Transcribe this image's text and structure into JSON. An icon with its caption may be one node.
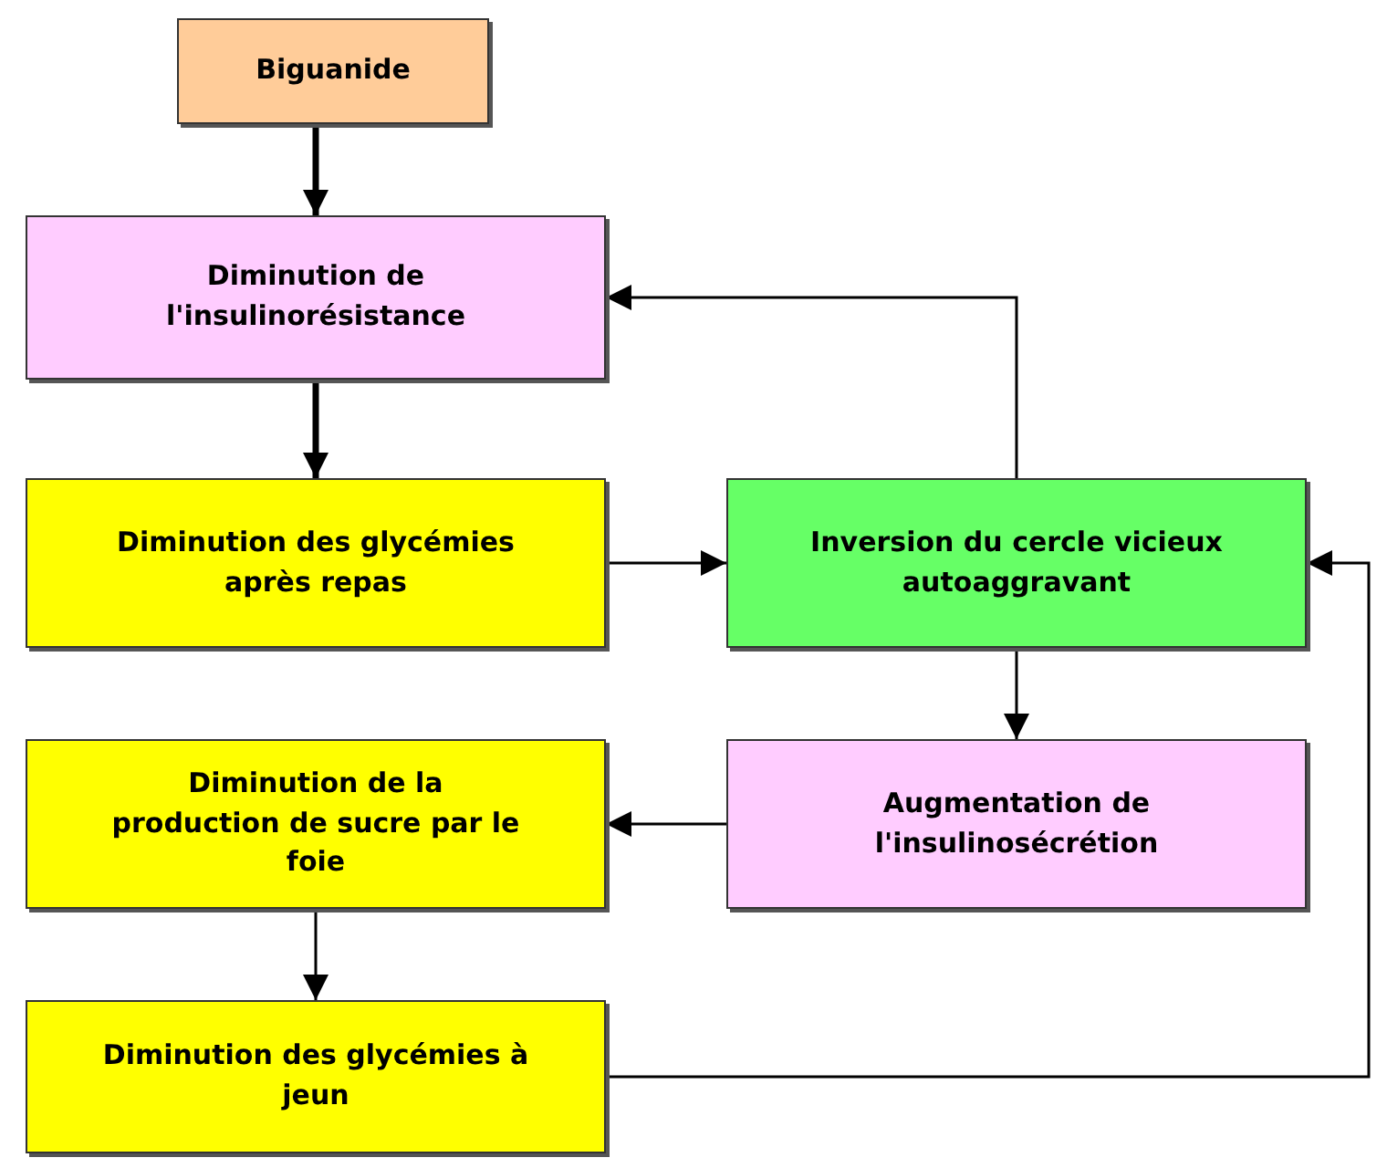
{
  "diagram": {
    "nodes": [
      {
        "text": [
          "Biguanide"
        ]
      },
      {
        "text": [
          "Diminution de l'insulinorésistance"
        ]
      },
      {
        "text": [
          "Diminution des glycémies après repas"
        ]
      },
      {
        "text": [
          "Inversion du cercle vicieux autoaggravant"
        ]
      },
      {
        "text": [
          "Augmentation de l'insulinosécrétion"
        ]
      },
      {
        "text": [
          "Diminution de la production de sucre par le foie"
        ]
      },
      {
        "text": [
          "Diminution des glycémies à jeun"
        ]
      }
    ],
    "edges": [
      {
        "from": 0,
        "to": 1,
        "arrow": "to",
        "style": "thick"
      },
      {
        "from": 1,
        "to": 2,
        "arrow": "to",
        "style": "thick"
      },
      {
        "from": 2,
        "to": 3,
        "arrow": "to"
      },
      {
        "from": 3,
        "to": 1,
        "arrow": "to"
      },
      {
        "from": 3,
        "to": 4,
        "arrow": "to"
      },
      {
        "from": 4,
        "to": 5,
        "arrow": "to"
      },
      {
        "from": 5,
        "to": 6,
        "arrow": "to"
      },
      {
        "from": 6,
        "to": 3,
        "arrow": "to"
      }
    ]
  }
}
